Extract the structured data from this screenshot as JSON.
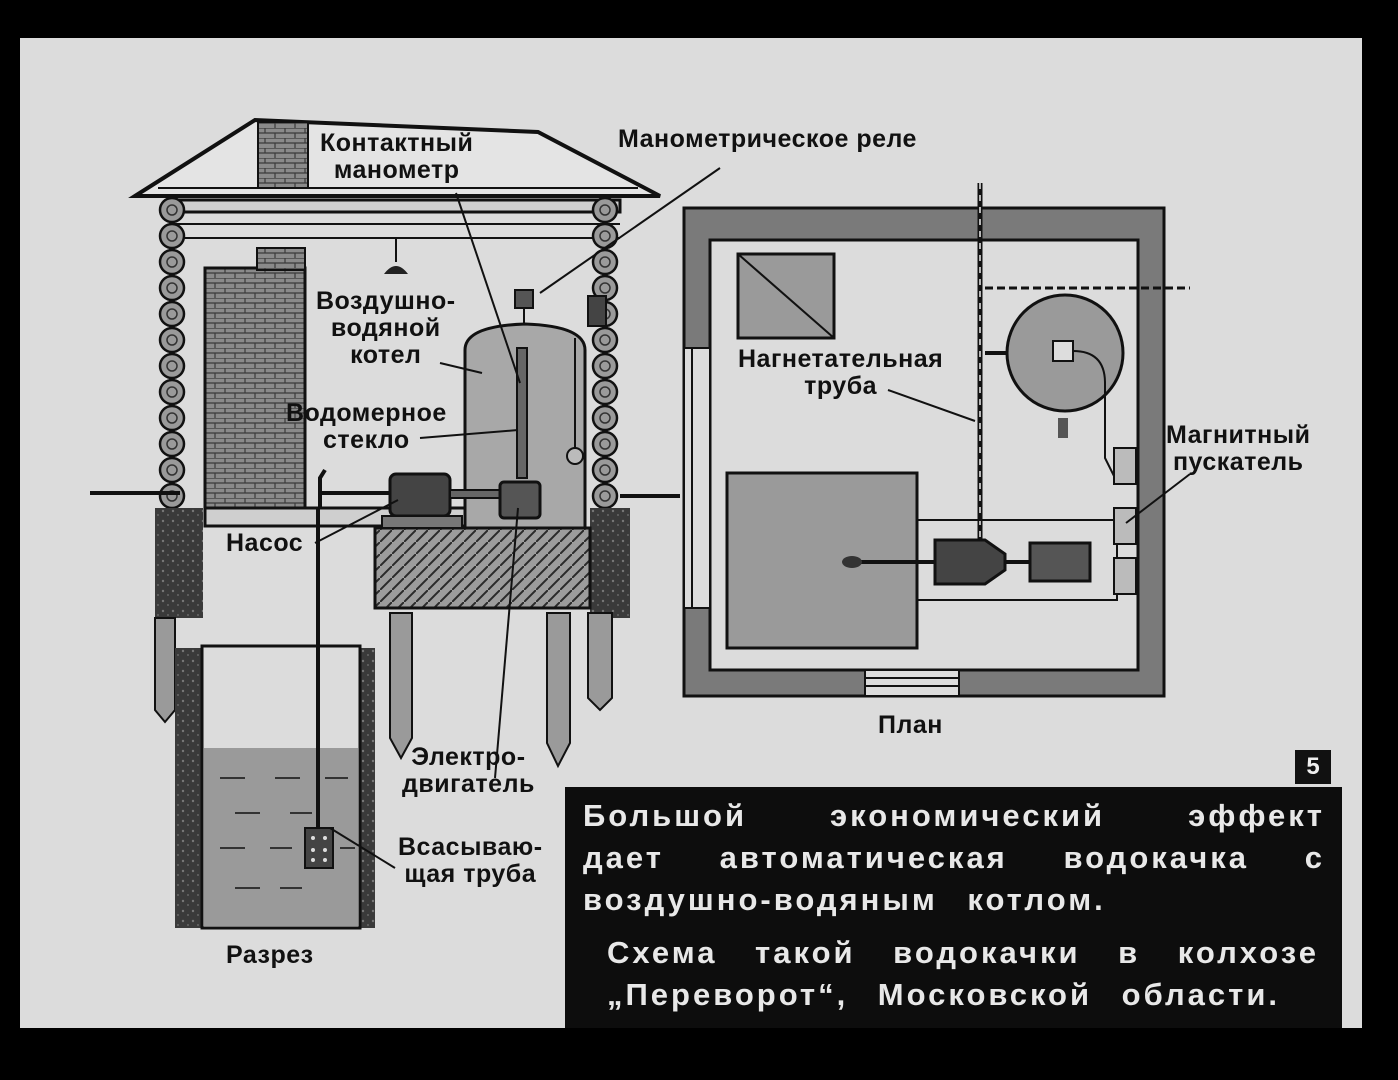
{
  "labels": {
    "contact_manometer": "Контактный\nманометр",
    "pressure_relay": "Манометрическое реле",
    "air_water_boiler": "Воздушно-\nводяной\nкотел",
    "water_gauge_glass": "Водомерное\nстекло",
    "pump": "Насос",
    "electric_motor": "Электро-\nдвигатель",
    "suction_pipe": "Всасываю-\nщая труба",
    "section": "Разрез",
    "discharge_pipe": "Нагнетательная\nтруба",
    "magnetic_starter": "Магнитный\nпускатель",
    "plan": "План"
  },
  "slide_number": "5",
  "caption": {
    "paragraph1": "Большой экономический эффект дает автоматическая водокачка с воздушно-водяным котлом.",
    "paragraph2": "Схема такой водокачки в колхозе „Переворот“, Московской области."
  },
  "colors": {
    "background": "#dcdcdc",
    "ink": "#111111",
    "caption_bg": "#0d0d0d",
    "water": "#9a9a9a"
  }
}
